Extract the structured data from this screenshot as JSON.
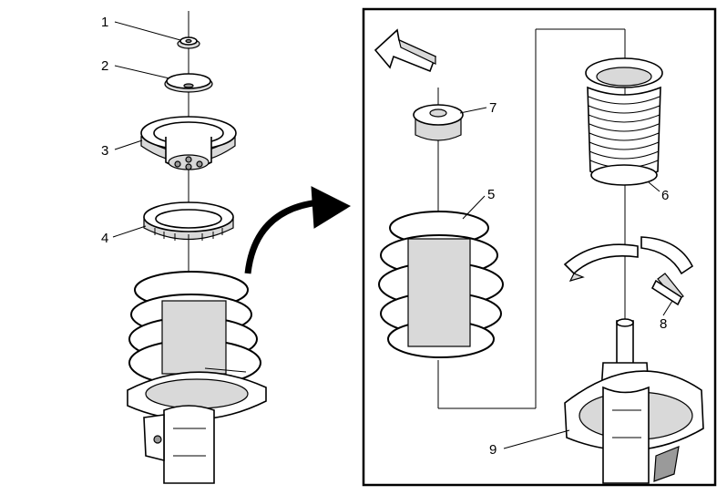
{
  "callouts": [
    {
      "id": "1",
      "label": "1"
    },
    {
      "id": "2",
      "label": "2"
    },
    {
      "id": "3",
      "label": "3"
    },
    {
      "id": "4",
      "label": "4"
    },
    {
      "id": "5",
      "label": "5"
    },
    {
      "id": "6",
      "label": "6"
    },
    {
      "id": "7",
      "label": "7"
    },
    {
      "id": "8",
      "label": "8"
    },
    {
      "id": "9",
      "label": "9"
    }
  ],
  "colors": {
    "line": "#000000",
    "fill": "#ffffff",
    "shade": "#d9d9d9",
    "dark": "#9a9a9a"
  }
}
